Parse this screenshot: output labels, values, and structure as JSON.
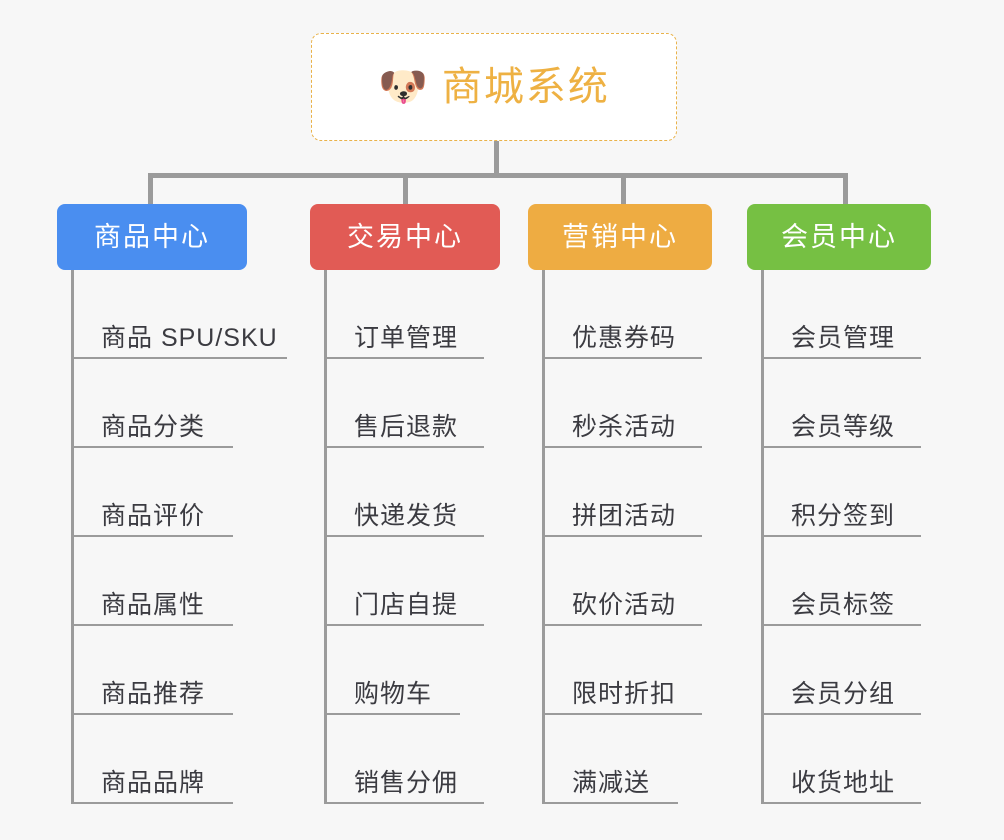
{
  "page": {
    "background_color": "#f7f7f7",
    "connector_color": "#9b9b9b",
    "leaf_text_color": "#3b3b41"
  },
  "root": {
    "icon": "dog-face-emoji",
    "icon_glyph": "🐶",
    "title": "商城系统",
    "text_color": "#eeb143",
    "border_color": "#e9b24a",
    "background_color": "#ffffff"
  },
  "columns": [
    {
      "id": "product-center",
      "title": "商品中心",
      "color": "#4a8ef0",
      "items": [
        {
          "label": "商品 SPU/SKU"
        },
        {
          "label": "商品分类"
        },
        {
          "label": "商品评价"
        },
        {
          "label": "商品属性"
        },
        {
          "label": "商品推荐"
        },
        {
          "label": "商品品牌"
        }
      ]
    },
    {
      "id": "trade-center",
      "title": "交易中心",
      "color": "#e15b55",
      "items": [
        {
          "label": "订单管理"
        },
        {
          "label": "售后退款"
        },
        {
          "label": "快递发货"
        },
        {
          "label": "门店自提"
        },
        {
          "label": "购物车"
        },
        {
          "label": "销售分佣"
        }
      ]
    },
    {
      "id": "marketing-center",
      "title": "营销中心",
      "color": "#eeac42",
      "items": [
        {
          "label": "优惠券码"
        },
        {
          "label": "秒杀活动"
        },
        {
          "label": "拼团活动"
        },
        {
          "label": "砍价活动"
        },
        {
          "label": "限时折扣"
        },
        {
          "label": "满减送"
        }
      ]
    },
    {
      "id": "member-center",
      "title": "会员中心",
      "color": "#76c043",
      "items": [
        {
          "label": "会员管理"
        },
        {
          "label": "会员等级"
        },
        {
          "label": "积分签到"
        },
        {
          "label": "会员标签"
        },
        {
          "label": "会员分组"
        },
        {
          "label": "收货地址"
        }
      ]
    }
  ]
}
